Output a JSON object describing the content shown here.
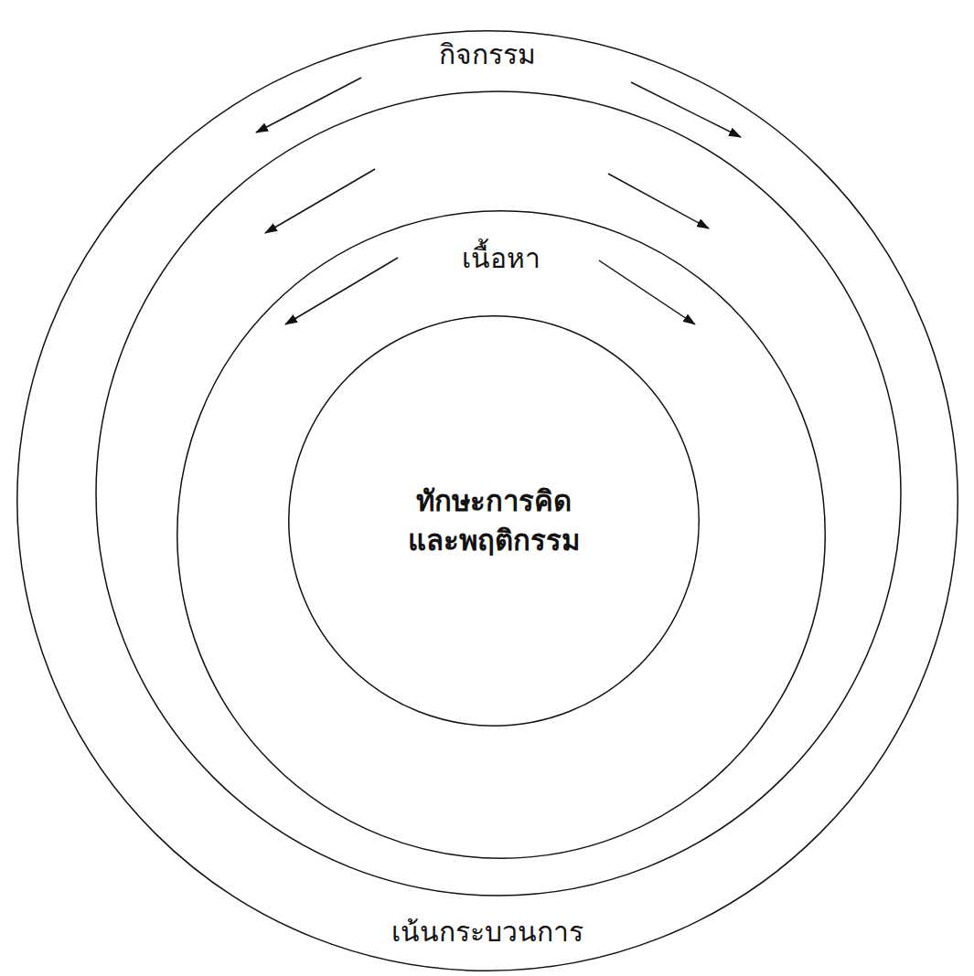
{
  "diagram": {
    "nodes": [
      {
        "text": [
          "กิจกรรม",
          "เน้นกระบวนการ"
        ]
      },
      {
        "text": [
          "เนื้อหา"
        ],
        "in": 0
      },
      {
        "text": [
          "ทักษะการคิด และพฤติกรรม"
        ],
        "in": 1
      }
    ]
  }
}
